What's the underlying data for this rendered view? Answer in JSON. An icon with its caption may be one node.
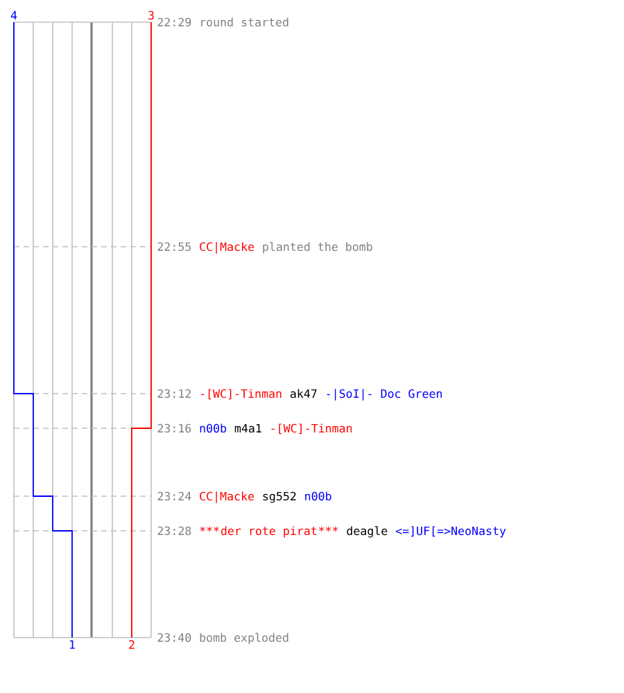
{
  "diagram": {
    "labels": [
      "4",
      "3",
      "22:29",
      "round started",
      "22:55",
      "CC|Macke",
      "planted the bomb",
      "23:12",
      "-[WC]-Tinman",
      "ak47",
      "-|SoI|- Doc Green",
      "23:16",
      "n00b",
      "m4a1",
      "-[WC]-Tinman",
      "23:24",
      "CC|Macke",
      "sg552",
      "n00b",
      "23:28",
      "***",
      "der rote pirat",
      "***",
      "deagle",
      "<=]UF[=>NeoNasty",
      "23:40",
      "bomb exploded",
      "1",
      "2"
    ]
  }
}
